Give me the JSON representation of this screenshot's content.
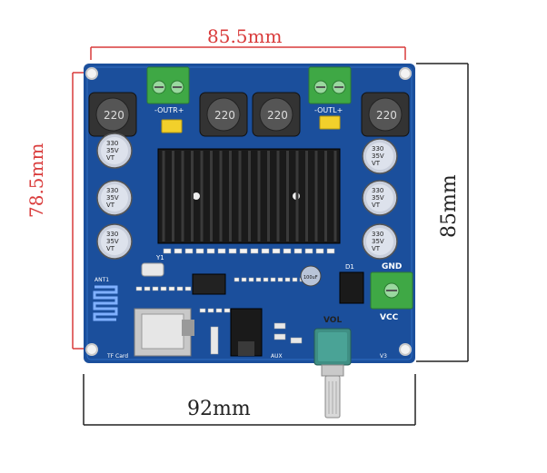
{
  "dimensions": {
    "top": "85.5mm",
    "left": "78.5mm",
    "right": "85mm",
    "bottom": "92mm"
  },
  "board": {
    "inductor_label": "220",
    "capacitor_lines": [
      "330",
      "35V",
      "VT"
    ],
    "outr_label": "-OUTR+",
    "outl_label": "-OUTL+",
    "gnd_label": "GND",
    "vcc_label": "VCC",
    "vol_label": "VOL",
    "tf_label": "TF Card",
    "aux_label": "AUX",
    "v3_label": "V3",
    "ant_label": "ANT1",
    "d1_label": "D1",
    "y1_label": "Y1",
    "small_cap_label": "100uF"
  },
  "colors": {
    "pcb": "#1b4f9c",
    "dimension_red": "#d93a3a",
    "terminal_green": "#3fa845",
    "heatsink": "#1a1a1a"
  }
}
